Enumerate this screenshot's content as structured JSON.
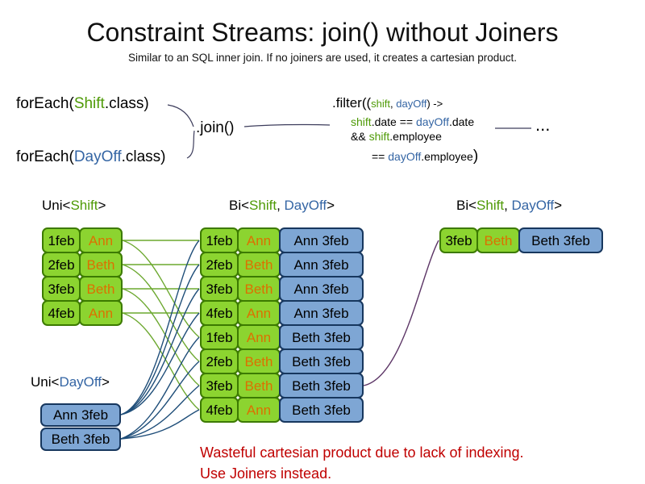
{
  "title": "Constraint Streams: join() without Joiners",
  "subtitle": "Similar to an SQL inner join. If no joiners are used, it creates a cartesian product.",
  "code": {
    "foreach_shift": [
      {
        "t": "forEach(",
        "c": "k"
      },
      {
        "t": "Shift",
        "c": "g"
      },
      {
        "t": ".class)",
        "c": "k"
      }
    ],
    "foreach_dayoff": [
      {
        "t": "forEach(",
        "c": "k"
      },
      {
        "t": "DayOff",
        "c": "b"
      },
      {
        "t": ".class)",
        "c": "k"
      }
    ],
    "join": ".join()",
    "filter_line1": [
      {
        "t": ".filter((",
        "c": "k"
      },
      {
        "t": "shift",
        "c": "g s"
      },
      {
        "t": ", ",
        "c": "k s"
      },
      {
        "t": "dayOff",
        "c": "b s"
      },
      {
        "t": ") ->",
        "c": "k s"
      }
    ],
    "filter_line2": [
      {
        "t": "shift",
        "c": "g"
      },
      {
        "t": ".date == ",
        "c": "k"
      },
      {
        "t": "dayOff",
        "c": "b"
      },
      {
        "t": ".date",
        "c": "k"
      }
    ],
    "filter_line3": [
      {
        "t": "&& ",
        "c": "k"
      },
      {
        "t": "shift",
        "c": "g"
      },
      {
        "t": ".employee",
        "c": "k"
      }
    ],
    "filter_line4": [
      {
        "t": "== ",
        "c": "k"
      },
      {
        "t": "dayOff",
        "c": "b"
      },
      {
        "t": ".employee",
        "c": "k"
      },
      {
        "t": ")",
        "c": "k lg"
      }
    ],
    "ellipsis": "..."
  },
  "labels": {
    "uni_shift": [
      {
        "t": "Uni<",
        "c": "k"
      },
      {
        "t": "Shift",
        "c": "g"
      },
      {
        "t": ">",
        "c": "k"
      }
    ],
    "bi_mid": [
      {
        "t": "Bi<",
        "c": "k"
      },
      {
        "t": "Shift",
        "c": "g"
      },
      {
        "t": ", ",
        "c": "k"
      },
      {
        "t": "DayOff",
        "c": "b"
      },
      {
        "t": ">",
        "c": "k"
      }
    ],
    "bi_right": [
      {
        "t": "Bi<",
        "c": "k"
      },
      {
        "t": "Shift",
        "c": "g"
      },
      {
        "t": ", ",
        "c": "k"
      },
      {
        "t": "DayOff",
        "c": "b"
      },
      {
        "t": ">",
        "c": "k"
      }
    ],
    "uni_dayoff": [
      {
        "t": "Uni<",
        "c": "k"
      },
      {
        "t": "DayOff",
        "c": "b"
      },
      {
        "t": ">",
        "c": "k"
      }
    ]
  },
  "tables": {
    "uni_shift": [
      [
        {
          "text": "1feb",
          "type": "date"
        },
        {
          "text": "Ann",
          "type": "name"
        }
      ],
      [
        {
          "text": "2feb",
          "type": "date"
        },
        {
          "text": "Beth",
          "type": "name"
        }
      ],
      [
        {
          "text": "3feb",
          "type": "date"
        },
        {
          "text": "Beth",
          "type": "name"
        }
      ],
      [
        {
          "text": "4feb",
          "type": "date"
        },
        {
          "text": "Ann",
          "type": "name"
        }
      ]
    ],
    "bi_mid": [
      [
        {
          "text": "1feb",
          "type": "date"
        },
        {
          "text": "Ann",
          "type": "name"
        },
        {
          "text": "Ann 3feb",
          "type": "pair"
        }
      ],
      [
        {
          "text": "2feb",
          "type": "date"
        },
        {
          "text": "Beth",
          "type": "name"
        },
        {
          "text": "Ann 3feb",
          "type": "pair"
        }
      ],
      [
        {
          "text": "3feb",
          "type": "date"
        },
        {
          "text": "Beth",
          "type": "name"
        },
        {
          "text": "Ann 3feb",
          "type": "pair"
        }
      ],
      [
        {
          "text": "4feb",
          "type": "date"
        },
        {
          "text": "Ann",
          "type": "name"
        },
        {
          "text": "Ann 3feb",
          "type": "pair"
        }
      ],
      [
        {
          "text": "1feb",
          "type": "date"
        },
        {
          "text": "Ann",
          "type": "name"
        },
        {
          "text": "Beth 3feb",
          "type": "pair"
        }
      ],
      [
        {
          "text": "2feb",
          "type": "date"
        },
        {
          "text": "Beth",
          "type": "name"
        },
        {
          "text": "Beth 3feb",
          "type": "pair"
        }
      ],
      [
        {
          "text": "3feb",
          "type": "date"
        },
        {
          "text": "Beth",
          "type": "name"
        },
        {
          "text": "Beth 3feb",
          "type": "pair"
        }
      ],
      [
        {
          "text": "4feb",
          "type": "date"
        },
        {
          "text": "Ann",
          "type": "name"
        },
        {
          "text": "Beth 3feb",
          "type": "pair"
        }
      ]
    ],
    "bi_right": [
      [
        {
          "text": "3feb",
          "type": "date"
        },
        {
          "text": "Beth",
          "type": "name"
        },
        {
          "text": "Beth 3feb",
          "type": "pair"
        }
      ]
    ],
    "uni_dayoff": [
      [
        {
          "text": "Ann 3feb",
          "type": "pair"
        }
      ],
      [
        {
          "text": "Beth 3feb",
          "type": "pair"
        }
      ]
    ]
  },
  "footer": {
    "line1": "Wasteful cartesian product due to lack of indexing.",
    "line2": "Use Joiners instead."
  },
  "colors": {
    "shift_green_text": "#4e9a06",
    "dayoff_blue_text": "#3465a4",
    "employee_orange_text": "#dc7000",
    "shift_fill": "#8cd430",
    "dayoff_fill": "#7ea6d4",
    "warning_red": "#c00000"
  }
}
